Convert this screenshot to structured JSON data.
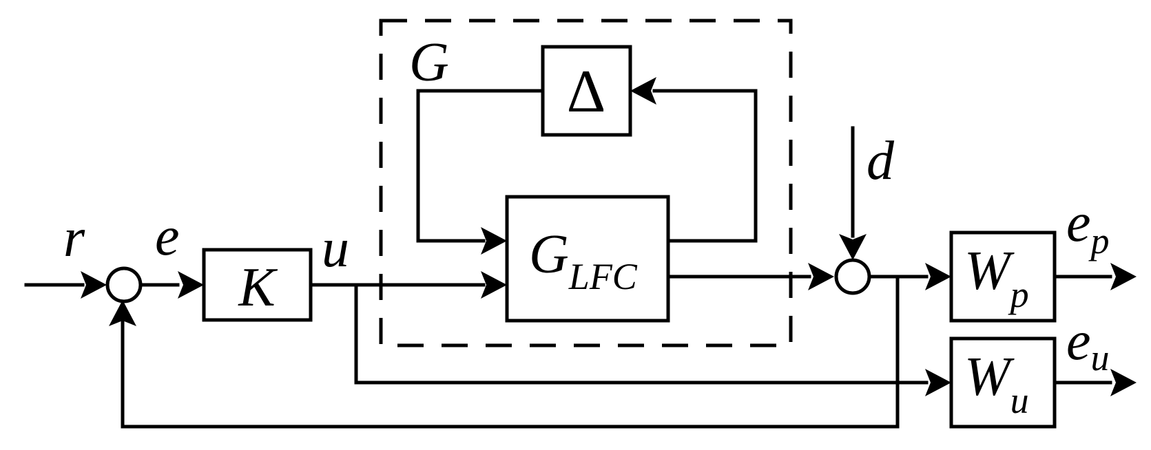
{
  "labels": {
    "r": "r",
    "e": "e",
    "u": "u",
    "d": "d",
    "G": "G",
    "K": "K",
    "Delta": "Δ",
    "G_LFC_main": "G",
    "G_LFC_sub": "LFC",
    "Wp_main": "W",
    "Wp_sub": "p",
    "Wu_main": "W",
    "Wu_sub": "u",
    "ep_main": "e",
    "ep_sub": "p",
    "eu_main": "e",
    "eu_sub": "u"
  }
}
